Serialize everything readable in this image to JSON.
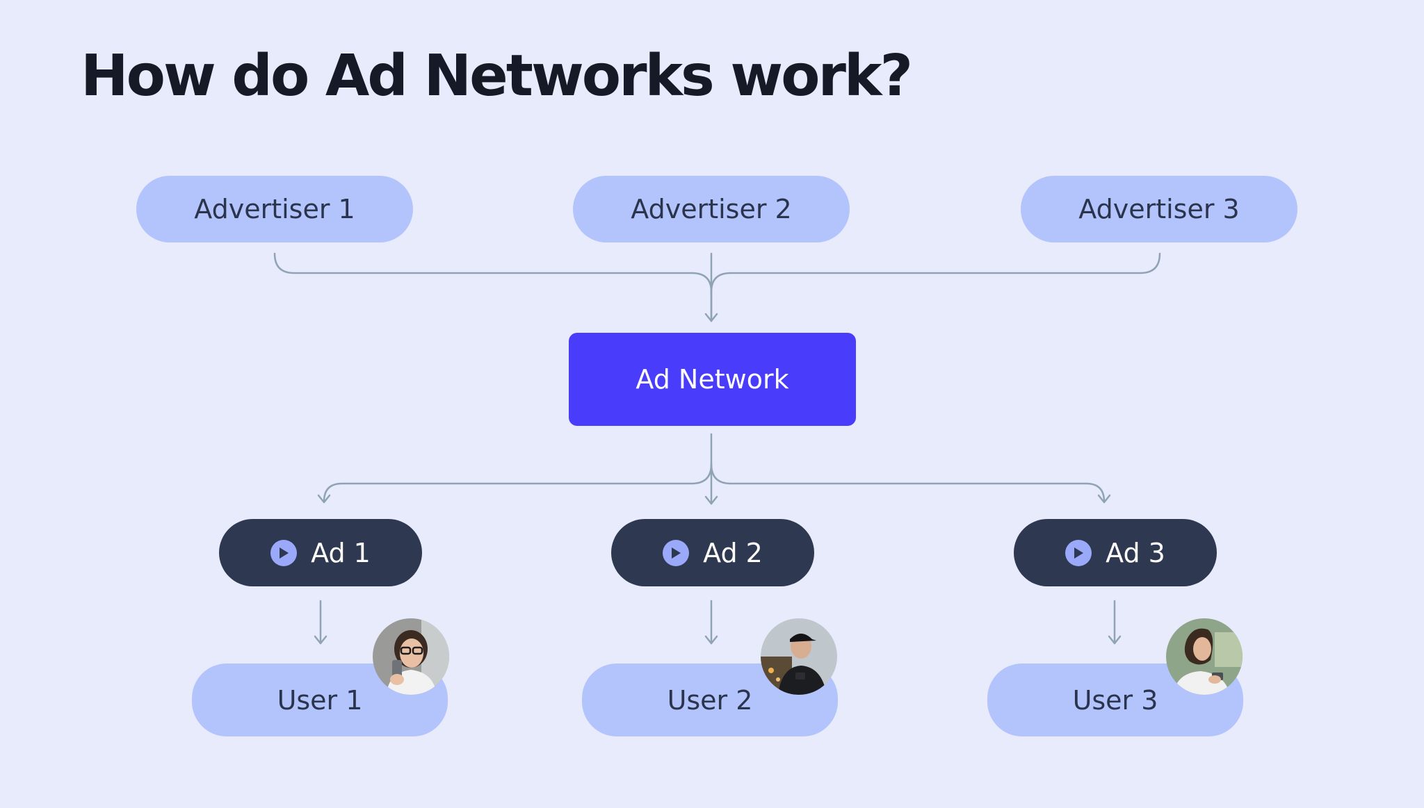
{
  "title": "How do Ad Networks work?",
  "advertisers": [
    "Advertiser 1",
    "Advertiser 2",
    "Advertiser 3"
  ],
  "network": "Ad Network",
  "ads": [
    {
      "label": "Ad 1",
      "icon": "play-icon"
    },
    {
      "label": "Ad 2",
      "icon": "play-icon"
    },
    {
      "label": "Ad 3",
      "icon": "play-icon"
    }
  ],
  "users": [
    {
      "label": "User 1",
      "avatar": "woman-with-glasses-holding-phone"
    },
    {
      "label": "User 2",
      "avatar": "man-in-cap-holding-phone"
    },
    {
      "label": "User 3",
      "avatar": "woman-looking-at-phone-outdoors"
    }
  ],
  "colors": {
    "background": "#e8ebfc",
    "advertiser_pill": "#b3c3fc",
    "network_box": "#4a3cfb",
    "ad_pill": "#2e3850",
    "play_icon": "#9ba9fb",
    "connector": "#8fa3b5"
  }
}
